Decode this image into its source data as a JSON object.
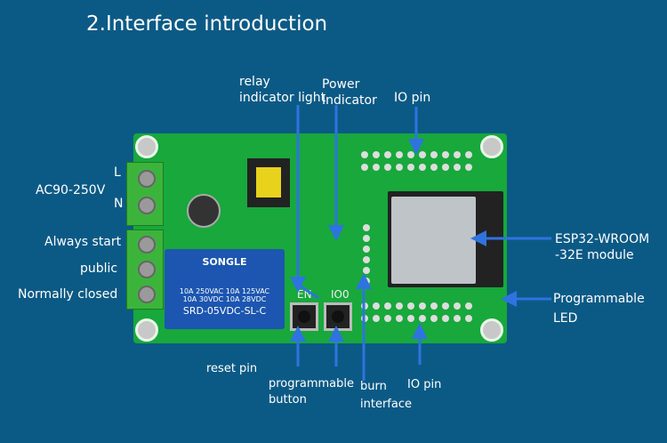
{
  "title": "2.Interface introduction",
  "labels": {
    "relay_indicator": [
      "relay",
      "indicator light"
    ],
    "power_indicator": [
      "Power",
      "Indicator"
    ],
    "io_pin_top": "IO pin",
    "L": "L",
    "N": "N",
    "ac": "AC90-250V",
    "always_start": "Always start",
    "public": "public",
    "normally_closed": "Normally closed",
    "esp": [
      "ESP32-WROOM",
      "-32E module"
    ],
    "prog_led": [
      "Programmable",
      "LED"
    ],
    "reset": "reset pin",
    "prog_button": [
      "programmable",
      "button"
    ],
    "burn": [
      "burn",
      "interface"
    ],
    "io_pin_bottom": "IO pin"
  },
  "board": {
    "relay_brand": "SONGLE",
    "relay_model": "SRD-05VDC-SL-C",
    "relay_rating": "10A 250VAC 10A 125VAC\n10A 30VDC 10A 28VDC",
    "btn_en": "EN",
    "btn_io0": "IO0"
  },
  "colors": {
    "background": "#0b5a86",
    "arrow": "#2f73e0",
    "pcb": "#18a83c"
  }
}
